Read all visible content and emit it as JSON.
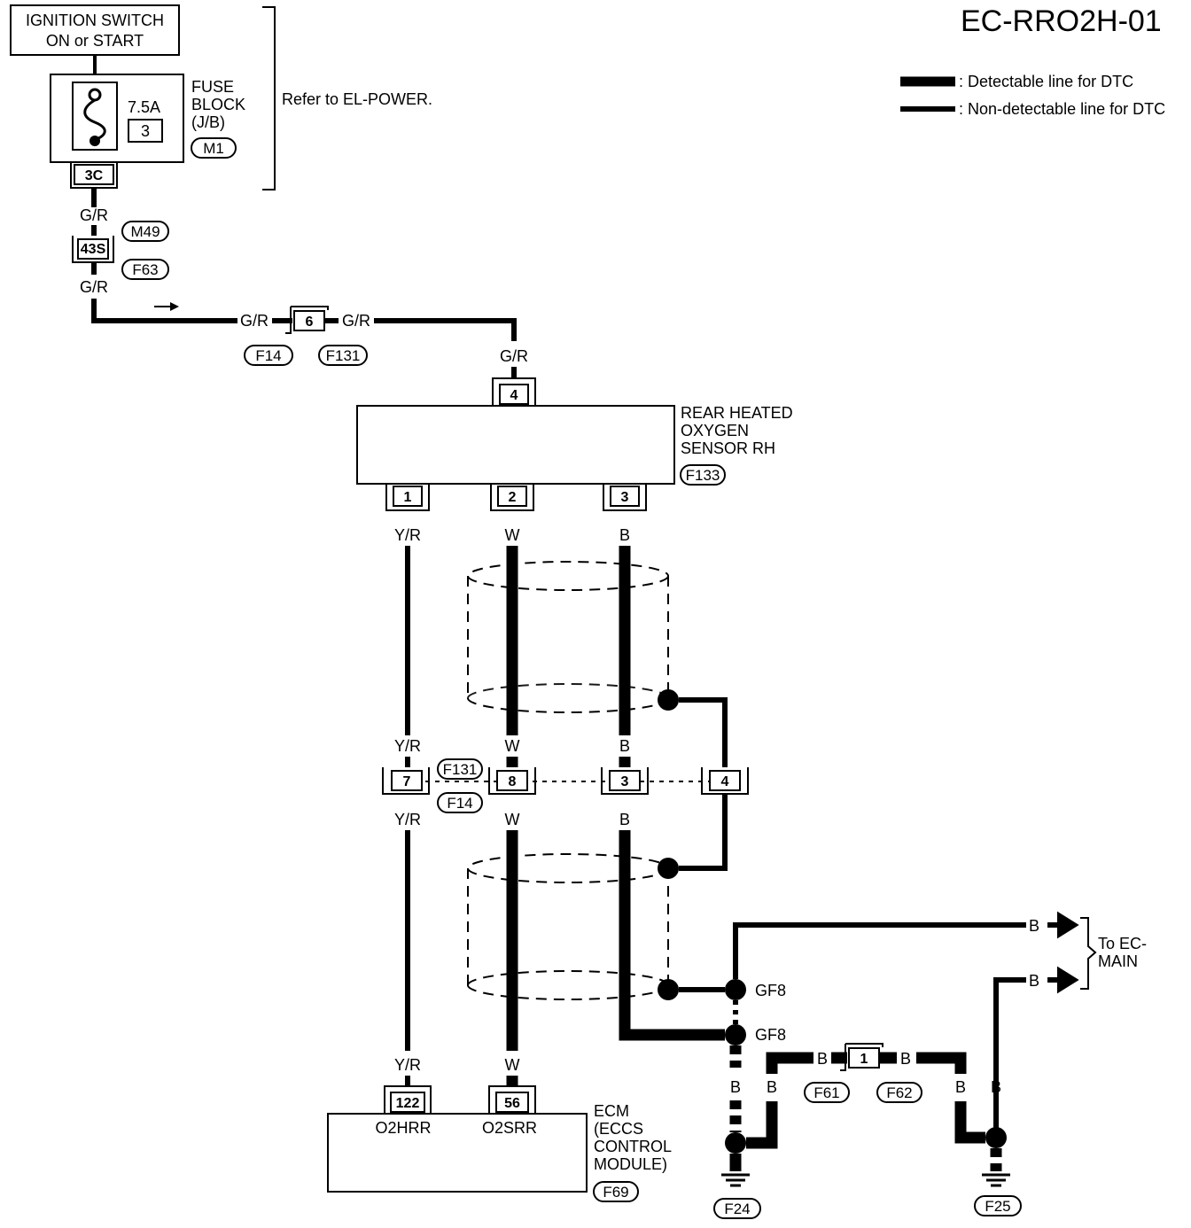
{
  "title": "EC-RRO2H-01",
  "legend": {
    "detectable": ": Detectable line for DTC",
    "non_detectable": ": Non-detectable line for DTC"
  },
  "ignition": {
    "line1": "IGNITION SWITCH",
    "line2": "ON or START"
  },
  "fuse": {
    "rating": "7.5A",
    "number": "3",
    "label1": "FUSE",
    "label2": "BLOCK",
    "label3": "(J/B)",
    "connector": "M1",
    "terminal": "3C",
    "note": "Refer to EL-POWER."
  },
  "connectors": {
    "m49": "M49",
    "f63": "F63",
    "pin_43s": "43S",
    "f14": "F14",
    "f131": "F131",
    "pin_6": "6",
    "f133": "F133",
    "f69": "F69",
    "f61": "F61",
    "f62": "F62",
    "f24": "F24",
    "f25": "F25"
  },
  "sensor": {
    "line1": "REAR HEATED",
    "line2": "OXYGEN",
    "line3": "SENSOR RH",
    "pins": [
      "4",
      "1",
      "2",
      "3"
    ]
  },
  "wires": {
    "gr": "G/R",
    "yr": "Y/R",
    "w": "W",
    "b": "B"
  },
  "joint": {
    "pins": [
      "7",
      "8",
      "3",
      "4"
    ]
  },
  "ecm": {
    "line1": "ECM",
    "line2": "(ECCS",
    "line3": "CONTROL",
    "line4": "MODULE)",
    "pin_a": "122",
    "pin_b": "56",
    "term_a": "O2HRR",
    "term_b": "O2SRR"
  },
  "ground": {
    "gf8": "GF8",
    "pin_1": "1",
    "to1": "To EC-",
    "to2": "MAIN"
  }
}
